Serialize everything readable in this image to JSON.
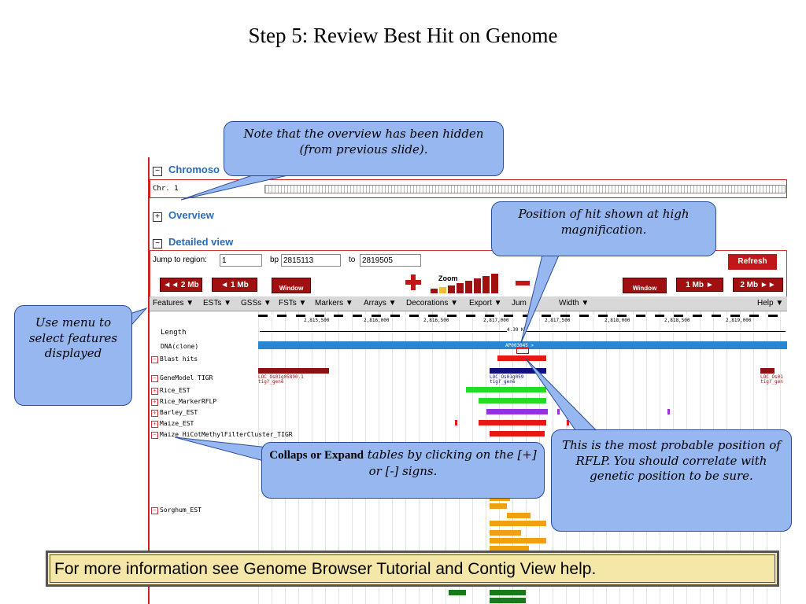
{
  "slide": {
    "title": "Step 5: Review Best Hit on Genome"
  },
  "sections": {
    "chromosome": {
      "label": "Chromoso",
      "toggle": "−"
    },
    "chr_label": "Chr. 1",
    "overview": {
      "label": "Overview",
      "toggle": "+"
    },
    "detailed": {
      "label": "Detailed view",
      "toggle": "−"
    }
  },
  "jump": {
    "label": "Jump to region:",
    "chr_value": "1",
    "bp_label": "bp",
    "start_value": "2815113",
    "to_label": "to",
    "end_value": "2819505",
    "refresh": "Refresh"
  },
  "nav": {
    "left2mb": "◄◄ 2 Mb",
    "left1mb": "◄   1 Mb",
    "left_window": "Window",
    "zoom": "Zoom",
    "right_window": "Window",
    "right1mb": "1 Mb   ►",
    "right2mb": "2 Mb ►►"
  },
  "menu": [
    "Features ▼",
    "ESTs ▼",
    "GSSs ▼",
    "FSTs ▼",
    "Markers ▼",
    "Arrays ▼",
    "Decorations ▼",
    "Export ▼",
    "Jum",
    "Width ▼",
    "Help ▼"
  ],
  "ruler": {
    "ticks": [
      "2,815,500",
      "2,816,000",
      "2,816,500",
      "2,817,000",
      "2,817,500",
      "2,818,000",
      "2,818,500",
      "2,819,000"
    ],
    "length_text": "4.39 Kb",
    "clone": "AP003045 >"
  },
  "tracks": {
    "length": "Length",
    "dna": "DNA(clone)",
    "blast": "Blast hits",
    "genemodel": "GeneModel TIGR",
    "rice_est": "Rice_EST",
    "rice_rflp": "Rice_MarkerRFLP",
    "barley": "Barley_EST",
    "maize": "Maize_EST",
    "methyl": "Maize_HiCotMethylFilterCluster_TIGR",
    "sorghum": "Sorghum_EST"
  },
  "gene_labels": {
    "g1_name": "LOC_Os01g05890.1",
    "g1_sub": "tigr_gene",
    "g2_name": "LOC_Os01g059",
    "g2_sub": "tigr_gene",
    "g3_name": "LOC_Os01",
    "g3_sub": "tigr_gen"
  },
  "callouts": {
    "overview_hidden": "Note that the overview has been hidden (from previous slide).",
    "position_hit": "Position of hit shown at high magnification.",
    "use_menu": "Use menu to select features displayed",
    "collapse_pre": "Collaps or Expand",
    "collapse_post": " tables by clicking on the [+] or [-] signs.",
    "probable": "This is the most probable position of RFLP. You should correlate with genetic position to be sure."
  },
  "footer": {
    "text": "For more information see Genome Browser Tutorial and Contig View help."
  },
  "colors": {
    "accent_red": "#c01818",
    "callout_blue": "#97b7f0",
    "footer_yellow": "#f5e7a8"
  }
}
